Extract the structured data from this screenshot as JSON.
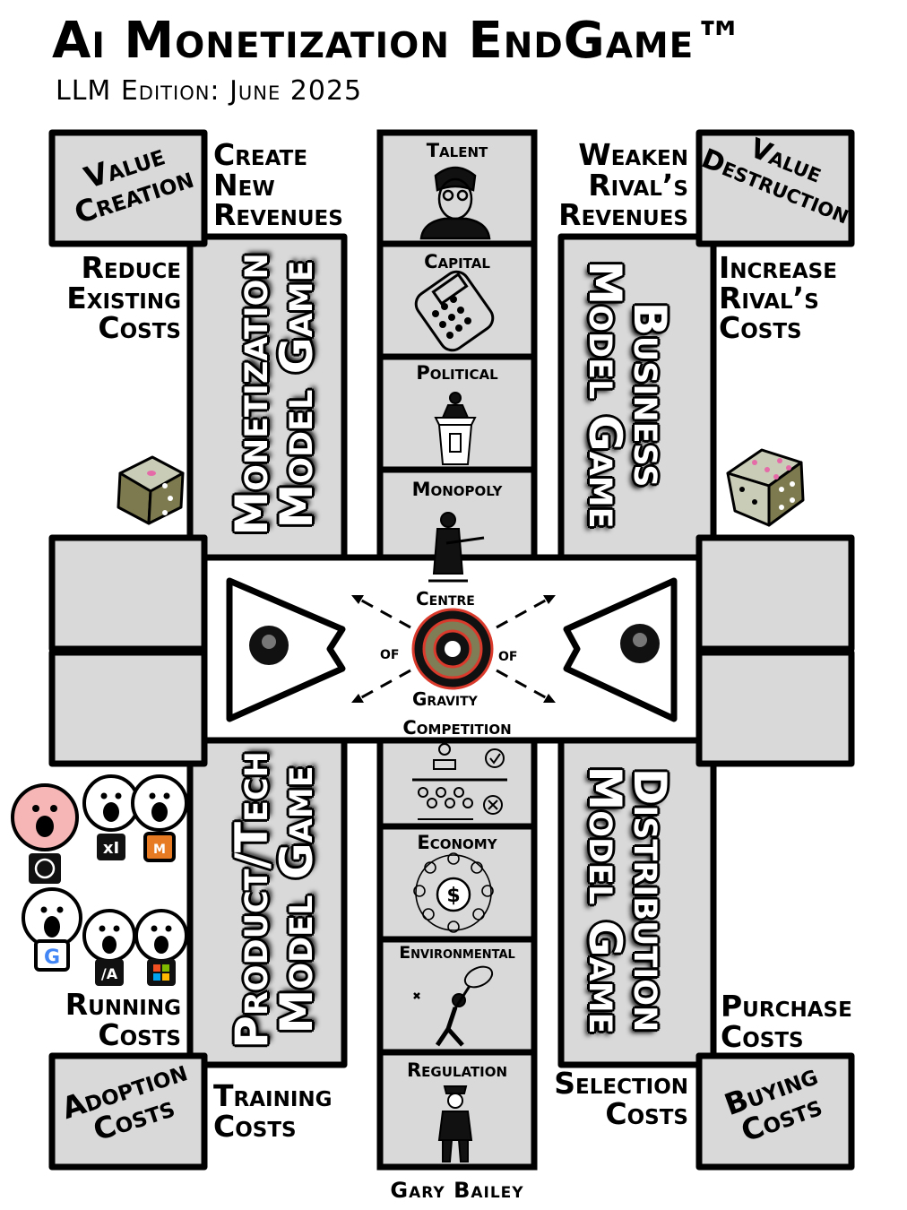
{
  "header": {
    "title": "Ai Monetization EndGame™",
    "subtitle": "LLM Edition: June 2025"
  },
  "corners": {
    "top_left": "Value\nCreation",
    "top_right": "Value\nDestruction",
    "bottom_left": "Adoption\nCosts",
    "bottom_right": "Buying\nCosts"
  },
  "labels": {
    "create_new_revenues": "Create\nNew\nRevenues",
    "reduce_existing_costs": "Reduce\nExisting\nCosts",
    "weaken_rivals_revenues": "Weaken\nRival’s\nRevenues",
    "increase_rivals_costs": "Increase\nRival’s\nCosts",
    "running_costs": "Running\nCosts",
    "training_costs": "Training\nCosts",
    "selection_costs": "Selection\nCosts",
    "purchase_costs": "Purchase\nCosts"
  },
  "games": {
    "monetization": "Monetization\nModel Game",
    "business": "Business\nModel Game",
    "product_tech": "Product/Tech\nModel Game",
    "distribution": "Distribution\nModel Game"
  },
  "center_column_top": [
    {
      "label": "Talent",
      "icon": "person-glasses-icon"
    },
    {
      "label": "Capital",
      "icon": "calculator-icon"
    },
    {
      "label": "Political",
      "icon": "podium-speaker-icon"
    },
    {
      "label": "Monopoly",
      "icon": "woman-with-gun-icon"
    }
  ],
  "center_column_bottom": [
    {
      "label": "Competition",
      "icon": "competition-people-icon"
    },
    {
      "label": "Economy",
      "icon": "dollar-network-icon"
    },
    {
      "label": "Environmental",
      "icon": "butterfly-net-icon"
    },
    {
      "label": "Regulation",
      "icon": "police-officer-icon"
    }
  ],
  "centre_of_gravity": {
    "top": "Centre",
    "left": "of",
    "right": "of",
    "bottom": "Gravity"
  },
  "characters": [
    {
      "logo": "openai-icon",
      "color": "#f6b6b6"
    },
    {
      "logo": "xai-icon",
      "color": "#ffffff"
    },
    {
      "logo": "mistral-icon",
      "color": "#ffffff"
    },
    {
      "logo": "google-icon",
      "color": "#ffffff"
    },
    {
      "logo": "anthropic-icon",
      "color": "#ffffff"
    },
    {
      "logo": "microsoft-icon",
      "color": "#ffffff"
    }
  ],
  "author": "Gary Bailey",
  "colors": {
    "board_fill": "#d9d9d9",
    "border": "#000000",
    "target_red": "#d93a2b",
    "target_olive": "#7f7d55",
    "dice_fill": "#7c7a4e",
    "dice_fill_light": "#c9ccb6"
  }
}
